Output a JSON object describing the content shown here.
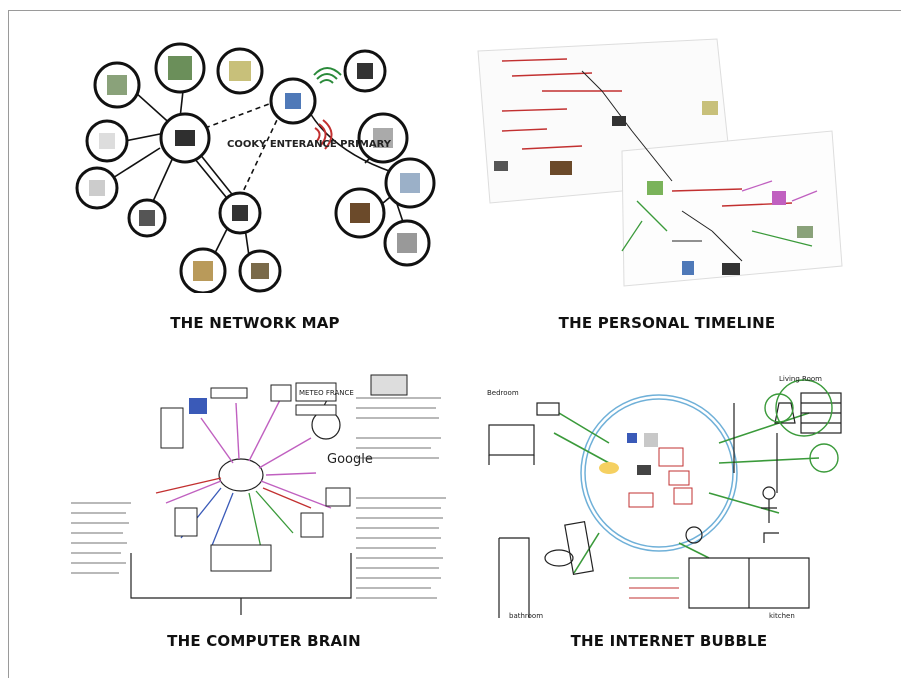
{
  "panels": {
    "network_map": {
      "caption": "THE NETWORK MAP",
      "sketch_label": "COOKY ENTERANCE PRIMARY"
    },
    "personal_timeline": {
      "caption": "THE PERSONAL TIMELINE"
    },
    "computer_brain": {
      "caption": "THE COMPUTER BRAIN",
      "google_label": "Google",
      "meteo_label": "METEO FRANCE"
    },
    "internet_bubble": {
      "caption": "THE INTERNET BUBBLE",
      "bedroom_label": "Bedroom",
      "living_label": "Living Room",
      "bathroom_label": "bathroom",
      "kitchen_label": "kitchen"
    }
  }
}
